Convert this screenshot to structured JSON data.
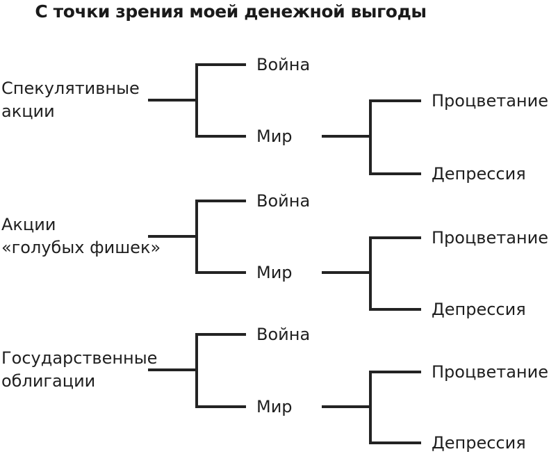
{
  "title": "С точки зрения моей денежной выгоды",
  "colors": {
    "text": "#1f1f1f",
    "line": "#232323",
    "background": "#ffffff"
  },
  "diagram": {
    "type": "decision-tree",
    "description": "Three investment options each branch into War/Peace; Peace branches into Prosperity/Depression",
    "groups": [
      {
        "root_line1": "Спекулятивные",
        "root_line2": "акции",
        "war": "Война",
        "peace": "Мир",
        "prosperity": "Процветание",
        "depression": "Депрессия"
      },
      {
        "root_line1": "Акции",
        "root_line2": "«голубых фишек»",
        "war": "Война",
        "peace": "Мир",
        "prosperity": "Процветание",
        "depression": "Депрессия"
      },
      {
        "root_line1": "Государственные",
        "root_line2": "облигации",
        "war": "Война",
        "peace": "Мир",
        "prosperity": "Процветание",
        "depression": "Депрессия"
      }
    ]
  }
}
